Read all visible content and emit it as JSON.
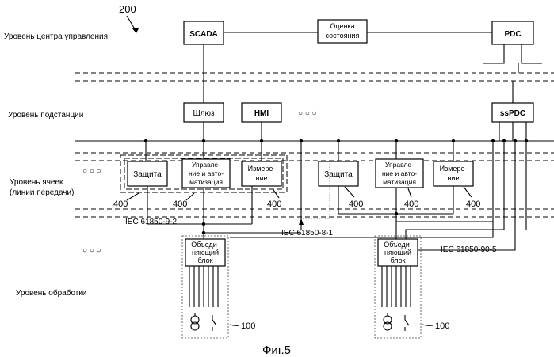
{
  "figure": {
    "ref_main": "200",
    "caption": "Фиг.5",
    "ellipsis": "○ ○ ○"
  },
  "levels": {
    "control_center": "Уровень центра управления",
    "substation": "Уровень подстанции",
    "bay_line1": "Уровень ячеек",
    "bay_line2": "(линии передачи)",
    "process": "Уровень обработки"
  },
  "boxes": {
    "scada": "SCADA",
    "state_est_1": "Оценка",
    "state_est_2": "состояния",
    "pdc": "PDC",
    "gateway": "Шлюз",
    "hmi": "HMI",
    "sspdc": "ssPDC",
    "protection": "Защита",
    "control_1": "Управле-",
    "control_2": "ние и авто-",
    "control_3": "матизация",
    "control_b_1": "Управле-",
    "control_b_2": "ние и авто-",
    "control_b_3": "матизация",
    "measure_1": "Измере-",
    "measure_2": "ние",
    "merging_1": "Объеди-",
    "merging_2": "няющий",
    "merging_3": "блок"
  },
  "refs": {
    "ied": "400",
    "merging_unit": "100"
  },
  "standards": {
    "iec_9_2": "IEC 61850-9-2",
    "iec_8_1": "IEC 61850-8-1",
    "iec_90_5": "IEC 61850-90-5"
  }
}
